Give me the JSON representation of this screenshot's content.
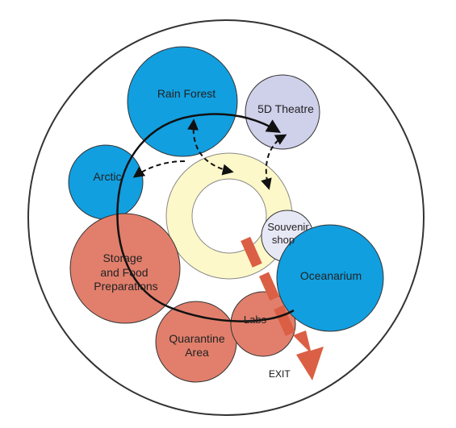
{
  "diagram": {
    "zones": {
      "rain_forest": "Rain Forest",
      "theatre_5d": "5D Theatre",
      "arctic": "Arctic",
      "souvenir_line1": "Souvenir",
      "souvenir_line2": "shop",
      "storage_line1": "Storage",
      "storage_line2": "and Food",
      "storage_line3": "Preparations",
      "oceanarium": "Oceanarium",
      "labs": "Labs",
      "quarantine_line1": "Quarantine",
      "quarantine_line2": "Area"
    },
    "exit_label": "EXIT",
    "colors": {
      "blue_zone": "#119fe0",
      "lavender_zone": "#cfd0ea",
      "salmon_zone": "#e17f6c",
      "ring_fill": "#fdf8c9",
      "souvenir_fill": "#e7e8f5",
      "exit_arrow": "#db5f44",
      "outline": "#333333"
    }
  }
}
